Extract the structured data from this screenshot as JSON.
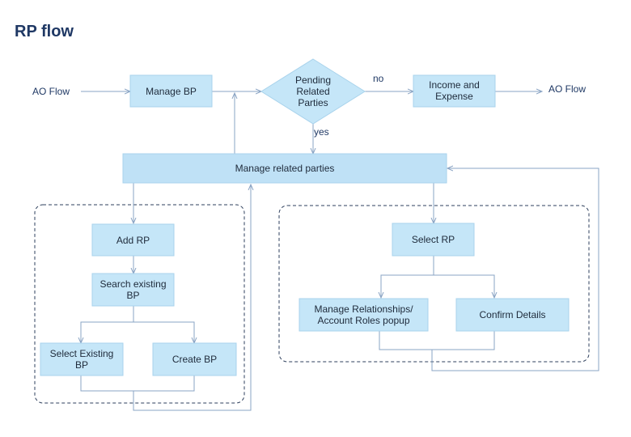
{
  "title": "RP flow",
  "nodes": {
    "ao_flow_in": "AO Flow",
    "manage_bp": "Manage BP",
    "pending_line1": "Pending",
    "pending_line2": "Related",
    "pending_line3": "Parties",
    "income_line1": "Income and",
    "income_line2": "Expense",
    "ao_flow_out": "AO Flow",
    "manage_related_parties": "Manage related parties",
    "add_rp": "Add RP",
    "search_line1": "Search existing",
    "search_line2": "BP",
    "select_existing_line1": "Select Existing",
    "select_existing_line2": "BP",
    "create_bp": "Create BP",
    "select_rp": "Select RP",
    "manage_rel_line1": "Manage Relationships/",
    "manage_rel_line2": "Account Roles popup",
    "confirm_details": "Confirm Details"
  },
  "edge_labels": {
    "no": "no",
    "yes": "yes"
  },
  "colors": {
    "box_fill": "#c5e6f8",
    "line": "#8aa4c4",
    "title": "#1f3864"
  }
}
